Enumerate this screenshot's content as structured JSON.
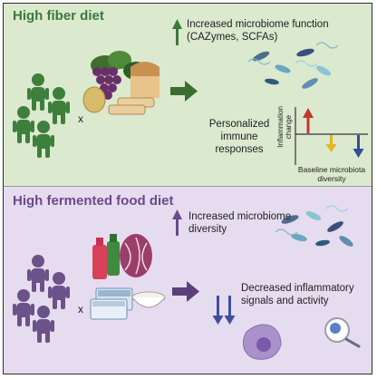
{
  "colors": {
    "top_bg": "#dbe9cf",
    "bottom_bg": "#e6dcef",
    "fiber_accent": "#3b7a3a",
    "fermented_accent": "#6a4a8c",
    "person_green": "#3f7f3c",
    "person_purple": "#6b5289",
    "arrow_red": "#c0392b",
    "arrow_yellow": "#e6b422",
    "arrow_blue": "#2f4f9c"
  },
  "top": {
    "title": "High fiber diet",
    "multiply": "x",
    "outcome1_line1": "Increased microbiome function",
    "outcome1_line2": "(CAZymes, SCFAs)",
    "outcome2_line1": "Personalized",
    "outcome2_line2": "immune",
    "outcome2_line3": "responses",
    "graph_ylabel_1": "Inflammation",
    "graph_ylabel_2": "change",
    "graph_xlabel_1": "Baseline microbiota",
    "graph_xlabel_2": "diversity",
    "icons": [
      "person-icon",
      "grapes-icon",
      "bread-icon",
      "potato-icon",
      "leafy-greens-icon",
      "bacteria-icon"
    ]
  },
  "bottom": {
    "title": "High fermented food diet",
    "multiply": "x",
    "outcome1_line1": "Increased microbiome",
    "outcome1_line2": "diversity",
    "outcome2_line1": "Decreased inflammatory",
    "outcome2_line2": "signals and activity",
    "icons": [
      "person-icon",
      "kombucha-bottle-icon",
      "radicchio-icon",
      "yogurt-cups-icon",
      "bowl-icon",
      "immune-cell-icon"
    ]
  }
}
